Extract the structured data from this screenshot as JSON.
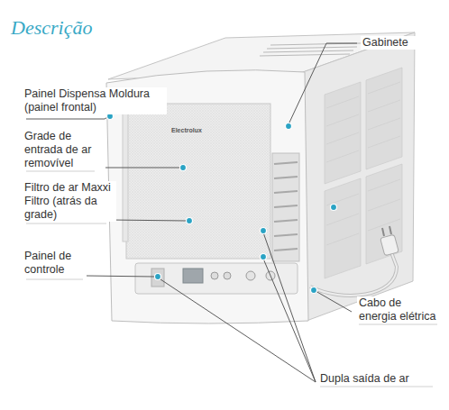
{
  "diagram": {
    "title": "Descrição",
    "labels": [
      "Gabinete",
      "Painel Dispensa Moldura (painel frontal)",
      "Grade de entrada de ar removível",
      "Filtro de ar Maxxi Filtro (atrás da grade)",
      "Painel de controle",
      "Cabo de energia elétrica",
      "Dupla saída de ar",
      "Electrolux"
    ]
  }
}
